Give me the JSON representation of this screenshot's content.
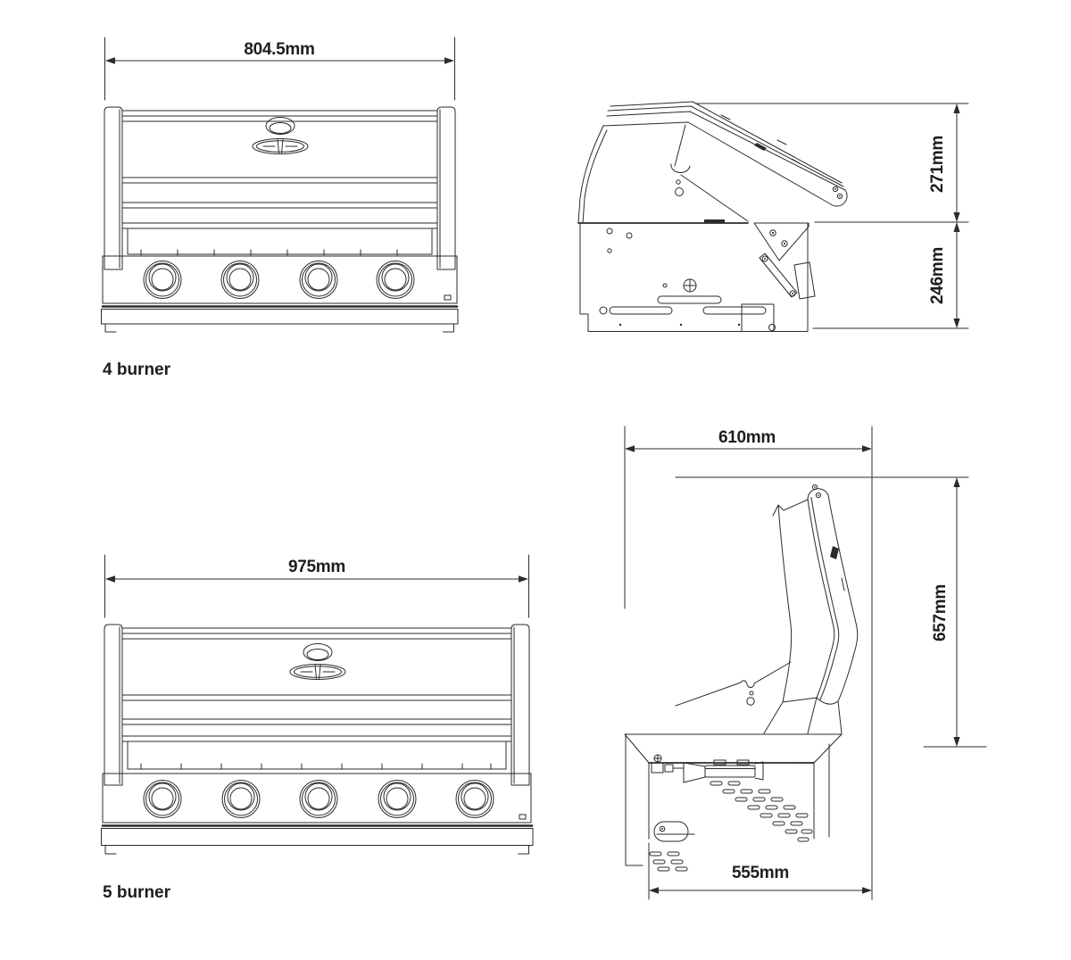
{
  "drawings": {
    "four_burner_front": {
      "label": "4 burner",
      "width": "804.5mm"
    },
    "four_burner_side": {
      "hood_height": "271mm",
      "body_height": "246mm"
    },
    "five_burner_front": {
      "label": "5 burner",
      "width": "975mm"
    },
    "five_burner_side": {
      "top_depth": "610mm",
      "open_height": "657mm",
      "base_depth": "555mm"
    }
  },
  "colors": {
    "line": "#2b2b2b",
    "text": "#1d1d1b",
    "background": "#ffffff"
  }
}
